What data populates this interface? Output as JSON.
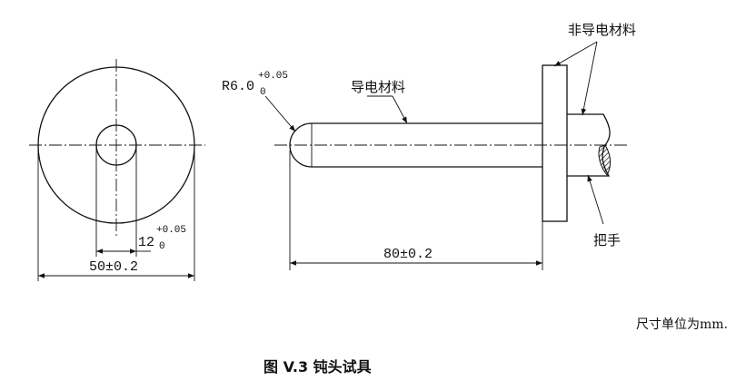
{
  "front_view": {
    "outer_dim_main": "50",
    "outer_dim_tol": "±0.2",
    "inner_dim_main": "12",
    "inner_dim_upper": "+0.05",
    "inner_dim_lower": "0"
  },
  "side_view": {
    "radius_main": "R6.0",
    "radius_upper": "+0.05",
    "radius_lower": "0",
    "length_main": "80",
    "length_tol": "±0.2",
    "label_conductive": "导电材料",
    "label_nonconductive": "非导电材料",
    "label_handle": "把手"
  },
  "unit_note": "尺寸单位为mm.",
  "caption": "图 V.3 钝头试具"
}
